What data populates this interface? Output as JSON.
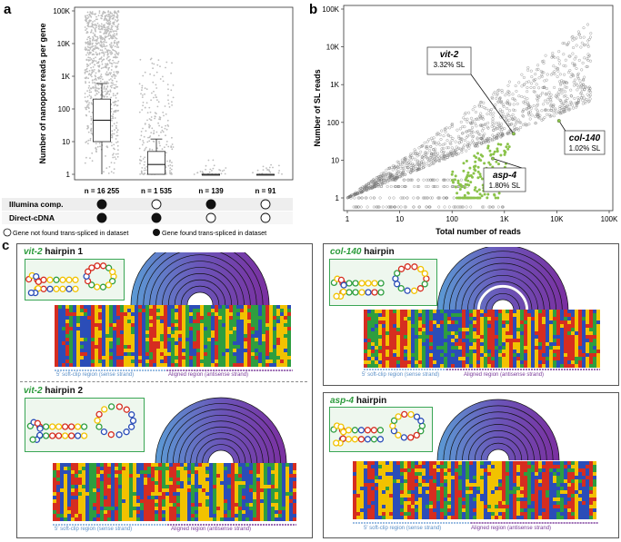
{
  "panel_a": {
    "letter": "a",
    "ylabel": "Number of nanopore reads per gene",
    "yticks": [
      "1",
      "10",
      "100",
      "1K",
      "10K",
      "100K"
    ],
    "groups": [
      {
        "n": "n = 16 255",
        "illumina": true,
        "cdna": true,
        "median": 45,
        "q1": 10,
        "q3": 200,
        "wlo": 1,
        "whi": 600,
        "max": 100000
      },
      {
        "n": "n = 1 535",
        "illumina": false,
        "cdna": true,
        "median": 2,
        "q1": 1,
        "q3": 5,
        "wlo": 1,
        "whi": 12,
        "max": 3500
      },
      {
        "n": "n = 139",
        "illumina": true,
        "cdna": false,
        "median": 1,
        "q1": 1,
        "q3": 1,
        "wlo": 1,
        "whi": 1,
        "max": 3
      },
      {
        "n": "n = 91",
        "illumina": false,
        "cdna": false,
        "median": 1,
        "q1": 1,
        "q3": 1,
        "wlo": 1,
        "whi": 1,
        "max": 2
      }
    ],
    "row_labels": [
      "Illumina comp.",
      "Direct-cDNA"
    ],
    "legend_open": "Gene not found trans-spliced in dataset",
    "legend_filled": "Gene found trans-spliced in dataset"
  },
  "chart_data": {
    "type": "scatter",
    "xlabel": "Total number of reads",
    "ylabel": "Number of SL reads",
    "x_scale": "log",
    "y_scale": "log",
    "xticks": [
      "1",
      "10",
      "100",
      "1K",
      "10K",
      "100K"
    ],
    "yticks": [
      "1",
      "10",
      "100",
      "1K",
      "10K",
      "100K"
    ],
    "xlim": [
      1,
      100000
    ],
    "ylim": [
      0.5,
      100000
    ],
    "annotations": [
      {
        "gene": "vit-2",
        "pct": "3.32% SL",
        "x": 1500,
        "y": 50
      },
      {
        "gene": "col-140",
        "pct": "1.02% SL",
        "x": 11000,
        "y": 110
      },
      {
        "gene": "asp-4",
        "pct": "1.80% SL",
        "x": 600,
        "y": 11
      }
    ],
    "colors": {
      "not_significant": "#666666",
      "significant": "#8bc34a"
    }
  },
  "panel_b": {
    "letter": "b"
  },
  "panel_c": {
    "letter": "c",
    "hairpins": [
      {
        "gene": "vit-2",
        "suffix": " hairpin 1"
      },
      {
        "gene": "vit-2",
        "suffix": " hairpin 2"
      },
      {
        "gene": "col-140",
        "suffix": " hairpin"
      },
      {
        "gene": "asp-4",
        "suffix": " hairpin"
      }
    ],
    "sense_label": "5′ soft-clip region (sense strand)",
    "anti_label": "Aligned region (antisense strand)",
    "nuc_colors": {
      "A": "#d62d20",
      "C": "#2b4db8",
      "G": "#f2c200",
      "T": "#2e9e3f"
    }
  }
}
